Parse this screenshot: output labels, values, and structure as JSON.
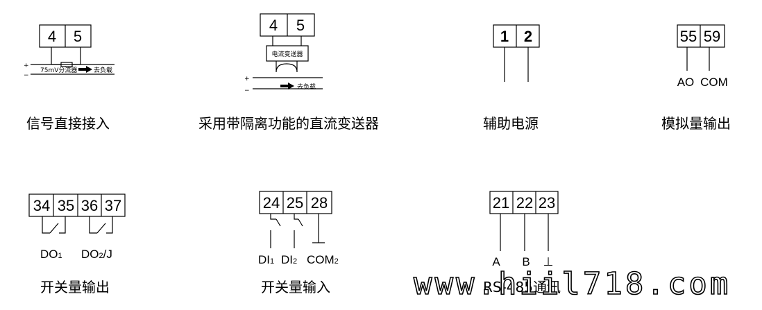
{
  "captions": {
    "signal_direct": "信号直接接入",
    "isolated_transmitter": "采用带隔离功能的直流变送器",
    "aux_power": "辅助电源",
    "analog_output": "模拟量输出",
    "switch_output": "开关量输出",
    "switch_input": "开关量输入"
  },
  "terminals": {
    "t4": "4",
    "t5": "5",
    "t1": "1",
    "t2": "2",
    "t55": "55",
    "t59": "59",
    "t34": "34",
    "t35": "35",
    "t36": "36",
    "t37": "37",
    "t24": "24",
    "t25": "25",
    "t28": "28",
    "t21": "21",
    "t22": "22",
    "t23": "23"
  },
  "labels": {
    "plus": "+",
    "minus": "−",
    "shunt": "75mV分流器",
    "to_load": "去负载",
    "transmitter": "电流变送器",
    "ao": "AO",
    "com": "COM",
    "do1_main": "DO",
    "do1_sub": "1",
    "do2_main": "DO",
    "do2_sub": "2",
    "do2_suffix": "/J",
    "di1_main": "DI",
    "di1_sub": "1",
    "di2_main": "DI",
    "di2_sub": "2",
    "com2_main": "COM",
    "com2_sub": "2",
    "rs_a": "A",
    "rs_b": "B",
    "rs_gnd": "⊥",
    "rs_caption": "RS-485通讯"
  },
  "watermark": "www.hiil718.com"
}
